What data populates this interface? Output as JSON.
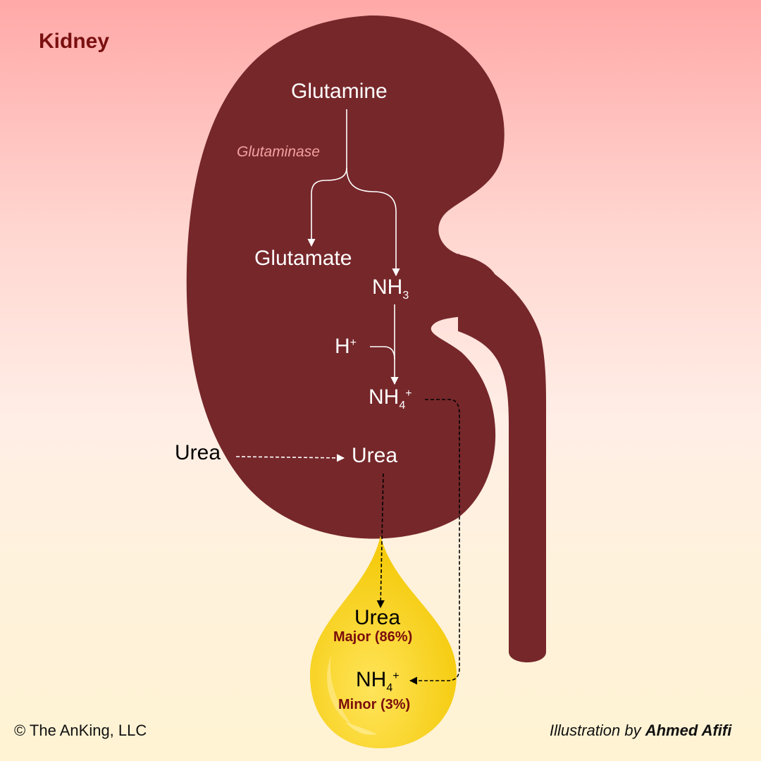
{
  "title": "Kidney",
  "nodes": {
    "glutamine": "Glutamine",
    "glutaminase": "Glutaminase",
    "glutamate": "Glutamate",
    "nh3_base": "NH",
    "nh3_sub": "3",
    "h_base": "H",
    "h_sup": "+",
    "nh4_base": "NH",
    "nh4_sub": "4",
    "nh4_sup": "+",
    "urea_blood": "Urea",
    "urea_kidney": "Urea",
    "urea_urine": "Urea",
    "urea_urine_note": "Major (86%)",
    "nh4_urine_base": "NH",
    "nh4_urine_sub": "4",
    "nh4_urine_sup": "+",
    "nh4_urine_note": "Minor (3%)"
  },
  "credits": {
    "copyright": "© The AnKing, LLC",
    "illustration_prefix": "Illustration by ",
    "illustrator": "Ahmed Afifi"
  },
  "colors": {
    "kidney": "#76272a",
    "urine_drop": "#fdd928",
    "title": "#7a1010",
    "enzyme": "#f3a0a0",
    "percent_labels": "#7a0d0d"
  }
}
